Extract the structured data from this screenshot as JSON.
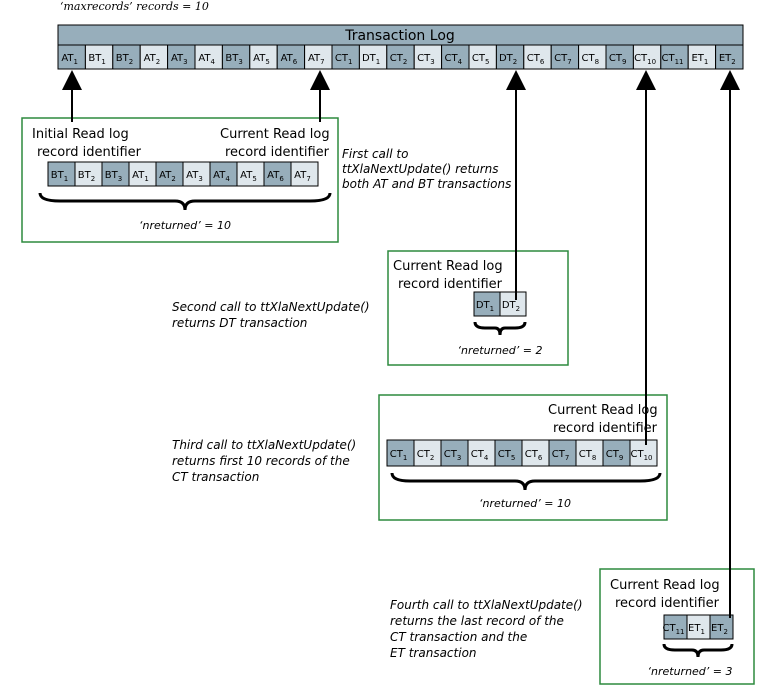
{
  "max_records_note": "‘maxrecords’ records = 10",
  "log": {
    "title": "Transaction Log",
    "cells": [
      {
        "b": "AT",
        "s": "1"
      },
      {
        "b": "BT",
        "s": "1"
      },
      {
        "b": "BT",
        "s": "2"
      },
      {
        "b": "AT",
        "s": "2"
      },
      {
        "b": "AT",
        "s": "3"
      },
      {
        "b": "AT",
        "s": "4"
      },
      {
        "b": "BT",
        "s": "3"
      },
      {
        "b": "AT",
        "s": "5"
      },
      {
        "b": "AT",
        "s": "6"
      },
      {
        "b": "AT",
        "s": "7"
      },
      {
        "b": "CT",
        "s": "1"
      },
      {
        "b": "DT",
        "s": "1"
      },
      {
        "b": "CT",
        "s": "2"
      },
      {
        "b": "CT",
        "s": "3"
      },
      {
        "b": "CT",
        "s": "4"
      },
      {
        "b": "CT",
        "s": "5"
      },
      {
        "b": "DT",
        "s": "2"
      },
      {
        "b": "CT",
        "s": "6"
      },
      {
        "b": "CT",
        "s": "7"
      },
      {
        "b": "CT",
        "s": "8"
      },
      {
        "b": "CT",
        "s": "9"
      },
      {
        "b": "CT",
        "s": "10"
      },
      {
        "b": "CT",
        "s": "11"
      },
      {
        "b": "ET",
        "s": "1"
      },
      {
        "b": "ET",
        "s": "2"
      }
    ]
  },
  "calls": [
    {
      "id": "call-1",
      "left_label": [
        "Initial Read log",
        "record identifier"
      ],
      "right_label": [
        "Current Read log",
        "record identifier"
      ],
      "cells": [
        {
          "b": "BT",
          "s": "1"
        },
        {
          "b": "BT",
          "s": "2"
        },
        {
          "b": "BT",
          "s": "3"
        },
        {
          "b": "AT",
          "s": "1"
        },
        {
          "b": "AT",
          "s": "2"
        },
        {
          "b": "AT",
          "s": "3"
        },
        {
          "b": "AT",
          "s": "4"
        },
        {
          "b": "AT",
          "s": "5"
        },
        {
          "b": "AT",
          "s": "6"
        },
        {
          "b": "AT",
          "s": "7"
        }
      ],
      "nreturned": "‘nreturned’ = 10",
      "description": [
        "First call to",
        "ttXlaNextUpdate() returns",
        "both AT and BT transactions"
      ]
    },
    {
      "id": "call-2",
      "right_label": [
        "Current Read log",
        "record identifier"
      ],
      "cells": [
        {
          "b": "DT",
          "s": "1"
        },
        {
          "b": "DT",
          "s": "2"
        }
      ],
      "nreturned": "‘nreturned’ = 2",
      "description": [
        "Second call to ttXlaNextUpdate()",
        "returns DT transaction"
      ]
    },
    {
      "id": "call-3",
      "right_label": [
        "Current Read log",
        "record identifier"
      ],
      "cells": [
        {
          "b": "CT",
          "s": "1"
        },
        {
          "b": "CT",
          "s": "2"
        },
        {
          "b": "CT",
          "s": "3"
        },
        {
          "b": "CT",
          "s": "4"
        },
        {
          "b": "CT",
          "s": "5"
        },
        {
          "b": "CT",
          "s": "6"
        },
        {
          "b": "CT",
          "s": "7"
        },
        {
          "b": "CT",
          "s": "8"
        },
        {
          "b": "CT",
          "s": "9"
        },
        {
          "b": "CT",
          "s": "10"
        }
      ],
      "nreturned": "‘nreturned’ = 10",
      "description": [
        "Third call to ttXlaNextUpdate()",
        "returns first 10 records of the",
        "CT transaction"
      ]
    },
    {
      "id": "call-4",
      "right_label": [
        "Current Read log",
        "record identifier"
      ],
      "cells": [
        {
          "b": "CT",
          "s": "11"
        },
        {
          "b": "ET",
          "s": "1"
        },
        {
          "b": "ET",
          "s": "2"
        }
      ],
      "nreturned": "‘nreturned’ = 3",
      "description": [
        "Fourth call to ttXlaNextUpdate()",
        "returns the last record of the",
        "CT transaction and the",
        "ET transaction"
      ]
    }
  ],
  "colors": {
    "header_fill": "#97aebb",
    "cell_dark": "#97aebb",
    "cell_light": "#dfe7ec",
    "box_border": "#2d8a3e",
    "line": "#000000"
  }
}
